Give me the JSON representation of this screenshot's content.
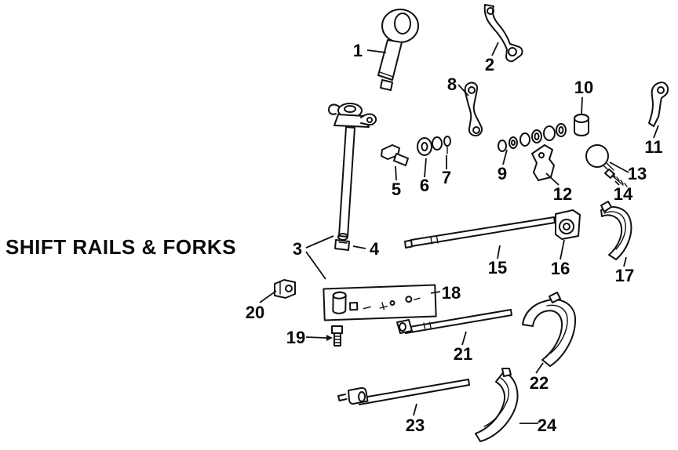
{
  "diagram": {
    "title": "SHIFT RAILS & FORKS",
    "line_color": "#111111",
    "background_color": "#ffffff"
  },
  "callouts": [
    {
      "label": "1"
    },
    {
      "label": "2"
    },
    {
      "label": "3"
    },
    {
      "label": "4"
    },
    {
      "label": "5"
    },
    {
      "label": "6"
    },
    {
      "label": "7"
    },
    {
      "label": "8"
    },
    {
      "label": "9"
    },
    {
      "label": "10"
    },
    {
      "label": "11"
    },
    {
      "label": "12"
    },
    {
      "label": "13"
    },
    {
      "label": "14"
    },
    {
      "label": "15"
    },
    {
      "label": "16"
    },
    {
      "label": "17"
    },
    {
      "label": "18"
    },
    {
      "label": "19"
    },
    {
      "label": "20"
    },
    {
      "label": "21"
    },
    {
      "label": "22"
    },
    {
      "label": "23"
    },
    {
      "label": "24"
    }
  ]
}
